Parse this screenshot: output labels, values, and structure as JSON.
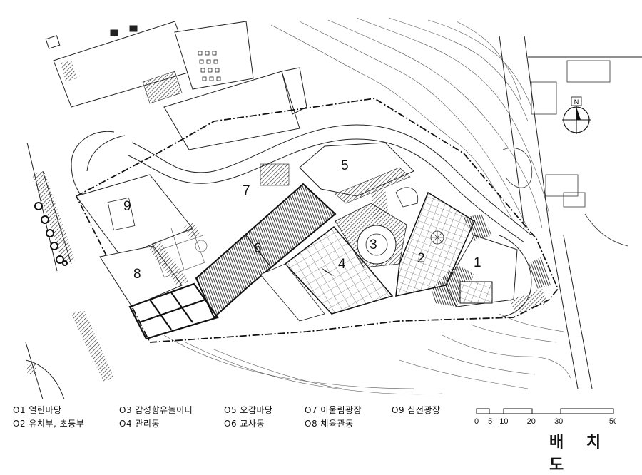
{
  "zones": [
    "1",
    "2",
    "3",
    "4",
    "5",
    "6",
    "7",
    "8",
    "9"
  ],
  "north_label": "N",
  "legend": {
    "col1": [
      "O1 열린마당",
      "O2 유치부, 초등부"
    ],
    "col2": [
      "O3 감성향유놀이터",
      "O4 관리동"
    ],
    "col3": [
      "O5 오감마당",
      "O6 교사동"
    ],
    "col4": [
      "O7 어울림광장",
      "O8 체육관동"
    ],
    "col5": [
      "O9 심전광장"
    ]
  },
  "scale": {
    "ticks": [
      "0",
      "5",
      "10",
      "20",
      "30",
      "50"
    ]
  },
  "title": "배 치 도"
}
